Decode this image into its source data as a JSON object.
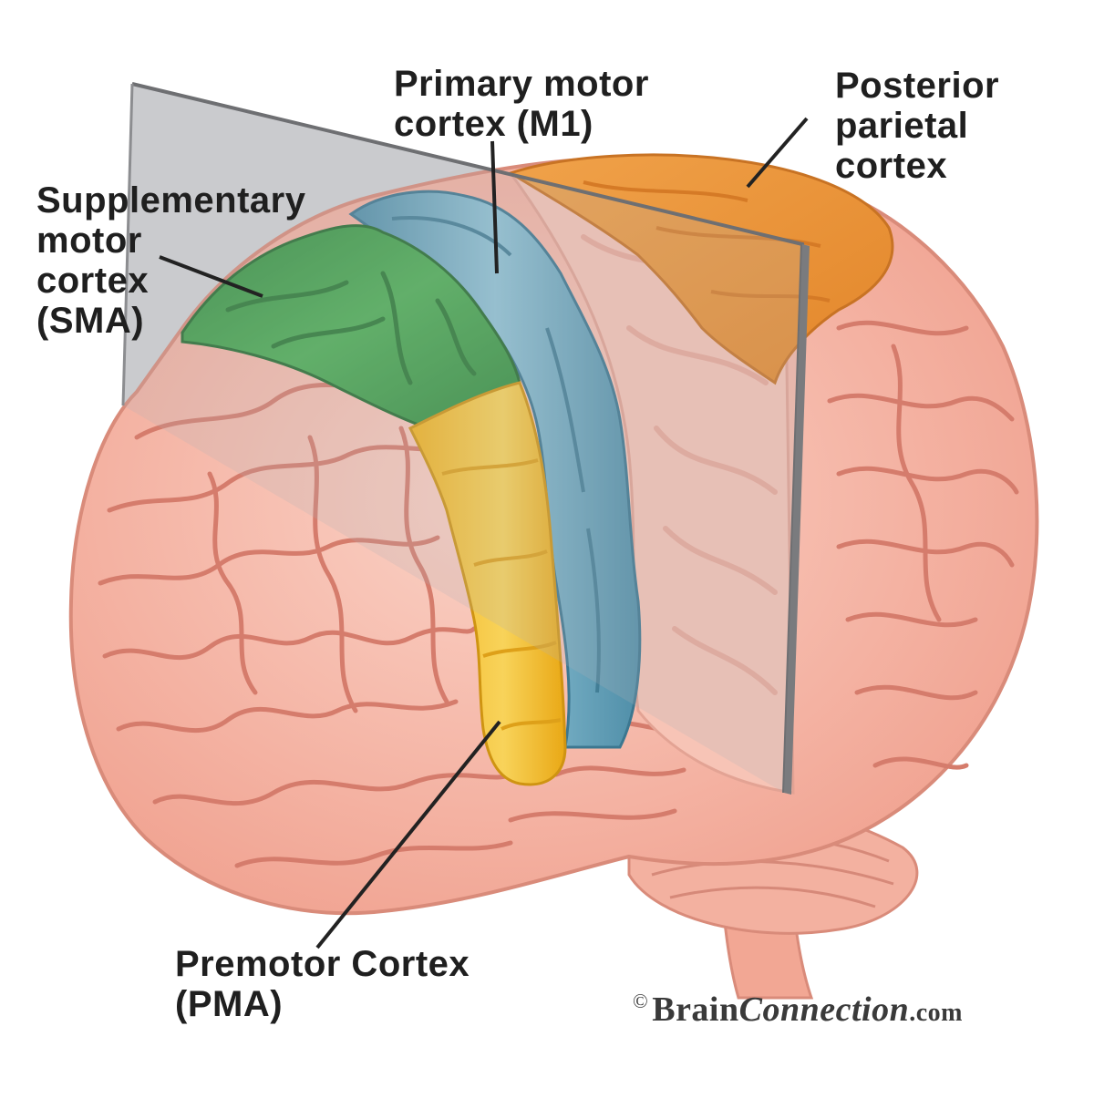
{
  "labels": {
    "primary_motor": [
      "Primary motor",
      "cortex (M1)"
    ],
    "posterior_parietal": [
      "Posterior",
      "parietal",
      "cortex"
    ],
    "supplementary_motor": [
      "Supplementary",
      "motor",
      "cortex",
      "(SMA)"
    ],
    "premotor": [
      "Premotor Cortex",
      "(PMA)"
    ]
  },
  "credit": {
    "symbol": "©",
    "brand": "Brain",
    "brand_italic": "Connection",
    "tld": ".com"
  },
  "colors": {
    "brain_tissue": "#f4aa98",
    "brain_tissue_light": "#fbd3c7",
    "brain_sulci": "#d97f70",
    "primary_motor": "#5f9fb8",
    "premotor": "#f4bf34",
    "supplementary_motor": "#3e9a48",
    "posterior_parietal": "#ef9a3e",
    "section_plane": "#bdbfc2",
    "leader_line": "#222222"
  }
}
